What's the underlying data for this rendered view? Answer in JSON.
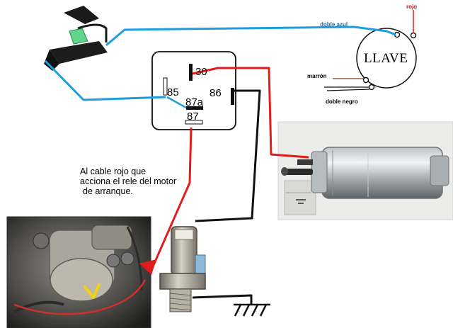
{
  "relay": {
    "pins": {
      "p30": "30",
      "p85": "85",
      "p87a": "87a",
      "p86": "86",
      "p87": "87"
    }
  },
  "ignition": {
    "title": "LLAVE",
    "labels": {
      "rojo": "rojo",
      "doble_azul": "doble azul",
      "marron": "marrón",
      "doble_negro": "doble negro"
    }
  },
  "note": {
    "lines": [
      "Al cable rojo que",
      "acciona el rele del motor",
      "de arranque."
    ]
  },
  "colors": {
    "blue_wire": "#1e9ce0",
    "red_wire": "#e21b1b",
    "black_wire": "#111111"
  }
}
